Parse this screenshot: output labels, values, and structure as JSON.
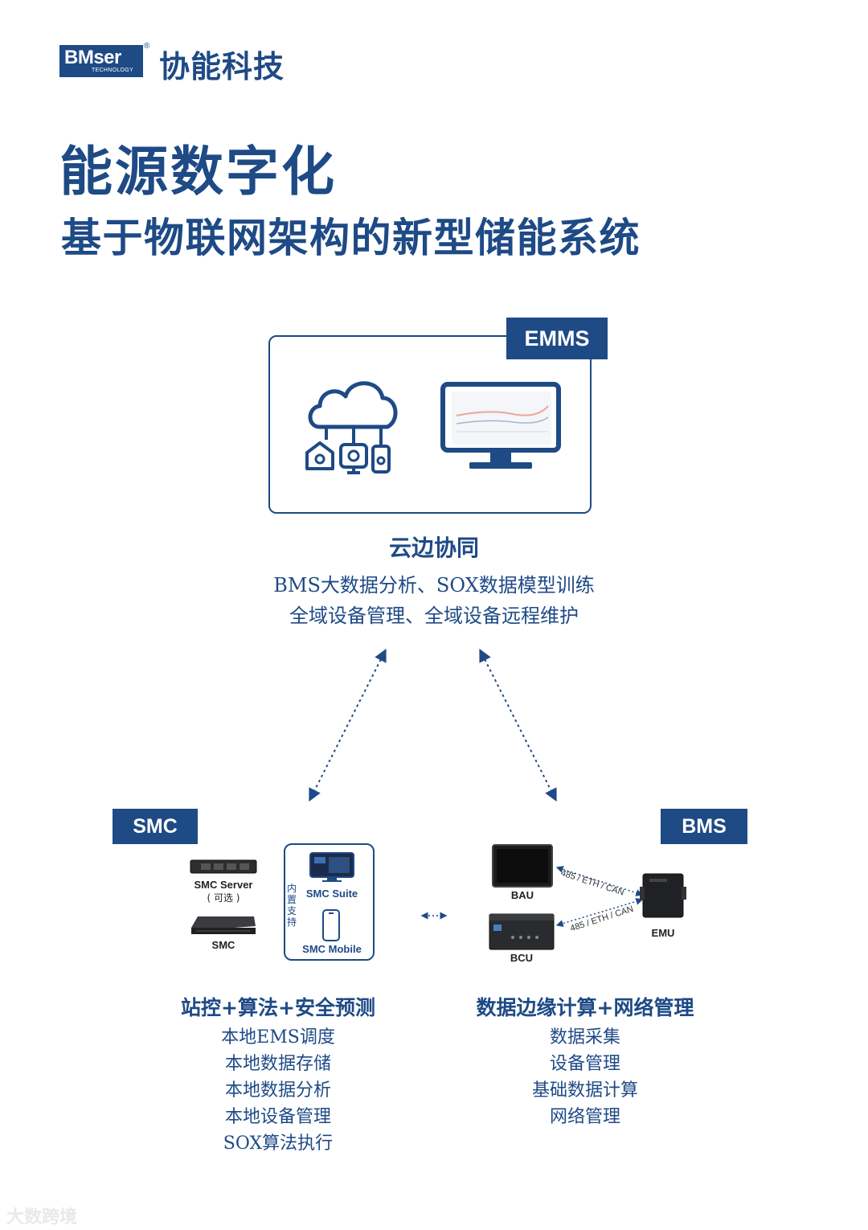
{
  "brand": {
    "logo_text": "BMser",
    "logo_sub": "TECHNOLOGY",
    "logo_reg": "®",
    "company_name": "协能科技"
  },
  "title": {
    "main": "能源数字化",
    "sub": "基于物联网架构的新型储能系统"
  },
  "emms": {
    "tag": "EMMS",
    "heading": "云边协同",
    "lines": [
      "BMS大数据分析、SOX数据模型训练",
      "全域设备管理、全域设备远程维护"
    ]
  },
  "smc": {
    "tag": "SMC",
    "devices": {
      "server_label": "SMC Server",
      "server_note": "( 可选 )",
      "smc_label": "SMC",
      "builtin_label": "内置支持",
      "suite_label": "SMC Suite",
      "mobile_label": "SMC Mobile"
    },
    "heading": "站控+算法+安全预测",
    "items": [
      "本地EMS调度",
      "本地数据存储",
      "本地数据分析",
      "本地设备管理",
      "SOX算法执行"
    ]
  },
  "bms": {
    "tag": "BMS",
    "devices": {
      "bau_label": "BAU",
      "bcu_label": "BCU",
      "emu_label": "EMU",
      "link_top": "485 / ETH / CAN",
      "link_bottom": "485 / ETH / CAN"
    },
    "heading": "数据边缘计算+网络管理",
    "items": [
      "数据采集",
      "设备管理",
      "基础数据计算",
      "网络管理"
    ]
  },
  "watermark": "大数跨境",
  "colors": {
    "primary": "#1e4a86",
    "background": "#ffffff"
  }
}
